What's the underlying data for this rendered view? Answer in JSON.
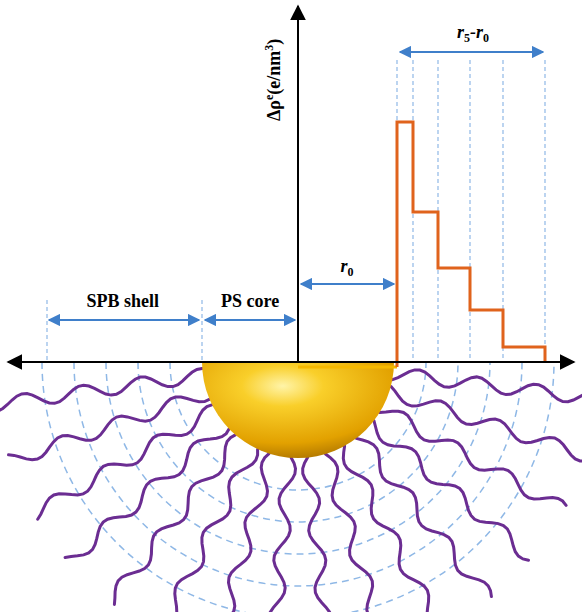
{
  "diagram": {
    "labels": [
      "Δρ",
      "e",
      "(e/nm",
      "3",
      ")",
      "r",
      "0",
      "r",
      "5",
      "-r",
      "0",
      "SPB shell",
      "PS core"
    ]
  }
}
